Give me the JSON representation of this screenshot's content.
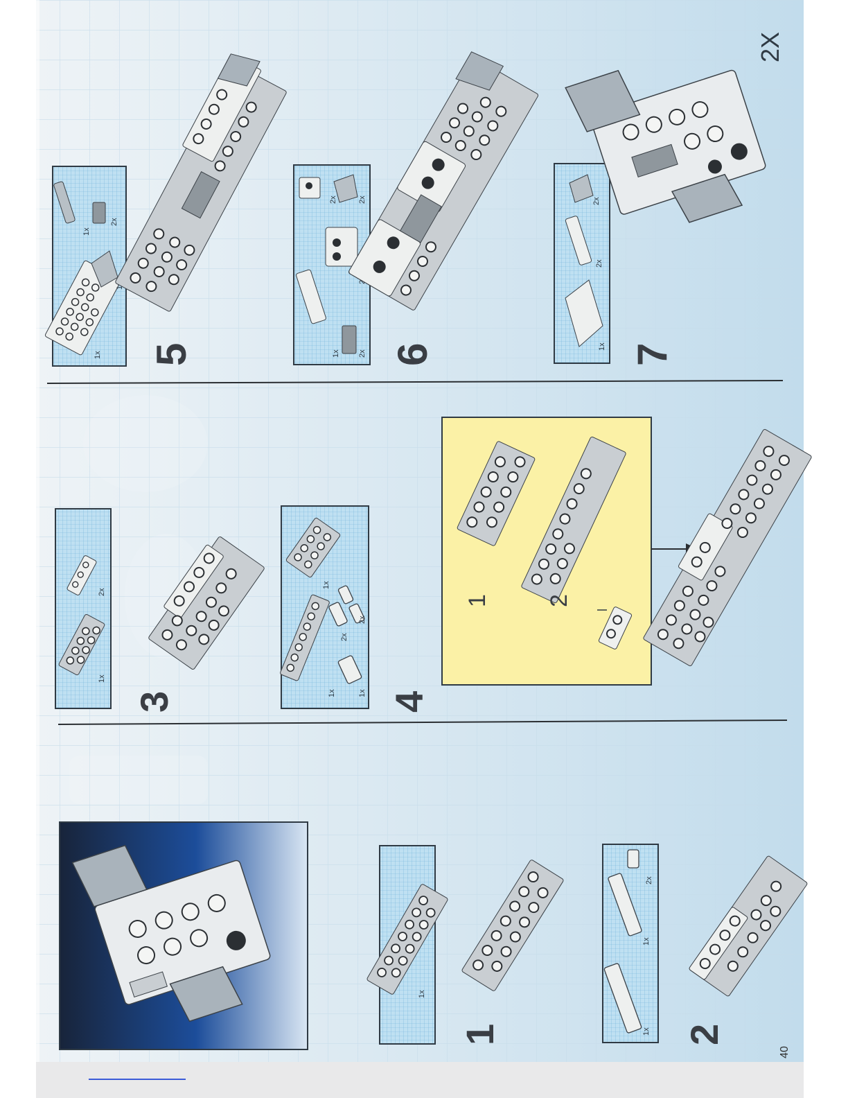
{
  "page": {
    "page_number": "40",
    "multiplier": "2X",
    "colors": {
      "background_top": "#eef3f6",
      "background_bottom": "#c2dcec",
      "grid": "#c6dcea",
      "parts_box": "#bfe0f2",
      "parts_grid": "#6fb0d8",
      "box_border": "#2f3a44",
      "sub_assembly": "#fbf1a6",
      "brick_light": "#f1f2f0",
      "brick_mid": "#c9ced2",
      "stud_dark": "#2b2f33"
    }
  },
  "steps": [
    {
      "number": "1",
      "parts": [
        "1x"
      ]
    },
    {
      "number": "2",
      "parts": [
        "1x",
        "1x",
        "2x"
      ]
    },
    {
      "number": "3",
      "parts": [
        "1x",
        "2x"
      ]
    },
    {
      "number": "4",
      "parts": [
        "1x",
        "1x",
        "1x",
        "2x",
        "2x"
      ]
    },
    {
      "number": "5",
      "parts": [
        "1x",
        "1x",
        "1x",
        "2x"
      ]
    },
    {
      "number": "6",
      "parts": [
        "1x",
        "2x",
        "2x",
        "2x",
        "2x"
      ]
    },
    {
      "number": "7",
      "parts": [
        "1x",
        "2x",
        "2x"
      ]
    }
  ],
  "sub_assembly": {
    "steps": [
      "1",
      "2"
    ]
  }
}
